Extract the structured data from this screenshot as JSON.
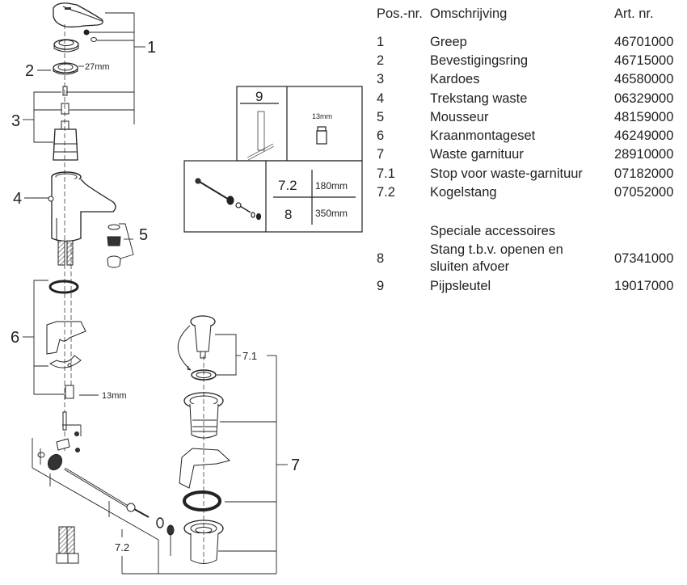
{
  "parts_table": {
    "headers": {
      "pos": "Pos.-nr.",
      "desc": "Omschrijving",
      "art": "Art. nr."
    },
    "rows": [
      {
        "pos": "1",
        "desc": "Greep",
        "art": "46701000"
      },
      {
        "pos": "2",
        "desc": "Bevestigingsring",
        "art": "46715000"
      },
      {
        "pos": "3",
        "desc": "Kardoes",
        "art": "46580000"
      },
      {
        "pos": "4",
        "desc": "Trekstang waste",
        "art": "06329000"
      },
      {
        "pos": "5",
        "desc": "Mousseur",
        "art": "48159000"
      },
      {
        "pos": "6",
        "desc": "Kraanmontageset",
        "art": "46249000"
      },
      {
        "pos": "7",
        "desc": "Waste garnituur",
        "art": "28910000"
      },
      {
        "pos": "7.1",
        "desc": "Stop voor waste-garnituur",
        "art": "07182000"
      },
      {
        "pos": "7.2",
        "desc": "Kogelstang",
        "art": "07052000"
      }
    ],
    "special_heading": "Speciale accessoires",
    "special_rows": [
      {
        "pos": "8",
        "desc_line1": "Stang t.b.v. openen en",
        "desc_line2": "sluiten afvoer",
        "art": "07341000"
      },
      {
        "pos": "9",
        "desc": "Pijpsleutel",
        "art": "19017000"
      }
    ]
  },
  "diagram": {
    "callouts": {
      "c1": "1",
      "c2": "2",
      "c3": "3",
      "c4": "4",
      "c5": "5",
      "c6": "6",
      "c7": "7",
      "c71": "7.1",
      "c72": "7.2"
    },
    "dimensions": {
      "ring_size": "27mm",
      "nut_size": "13mm"
    },
    "inset": {
      "tool_label": "9",
      "tool_size": "13mm",
      "rod_72_label": "7.2",
      "rod_72_length": "180mm",
      "rod_8_label": "8",
      "rod_8_length": "350mm"
    }
  }
}
